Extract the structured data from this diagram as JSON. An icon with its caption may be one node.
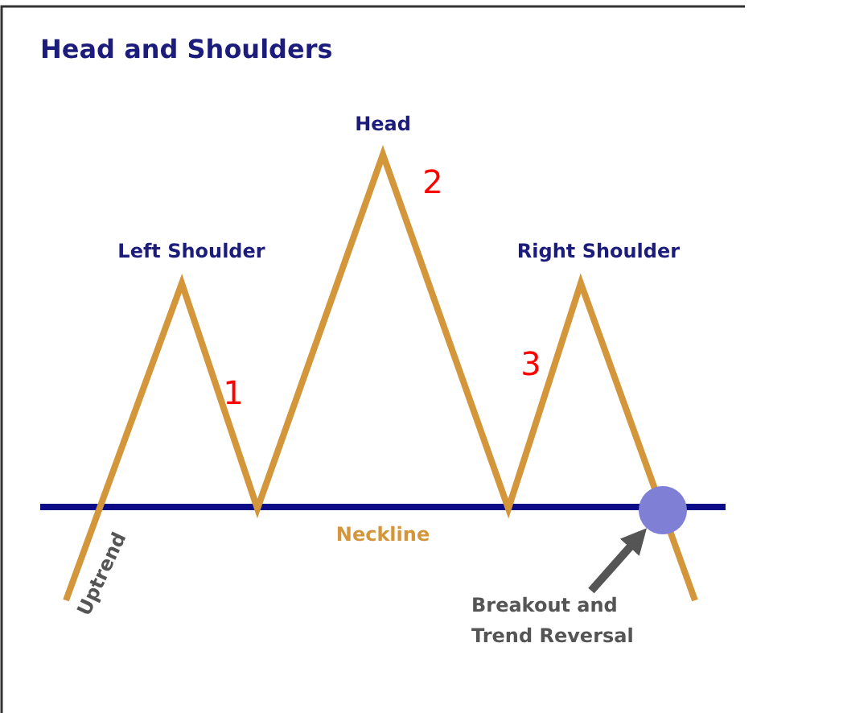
{
  "diagram": {
    "title": "Head and Shoulders",
    "nodes": [
      {
        "text": [],
        "shape": "circle"
      },
      {
        "text": [
          "Breakout and Trend Reversal"
        ]
      }
    ],
    "edges": [
      {
        "from": 1,
        "to": 0,
        "arrow": "to"
      }
    ],
    "labels": [
      "Head",
      "2",
      "Left Shoulder",
      "Right Shoulder",
      "3",
      "1",
      "Neckline",
      "Uptrend"
    ]
  }
}
